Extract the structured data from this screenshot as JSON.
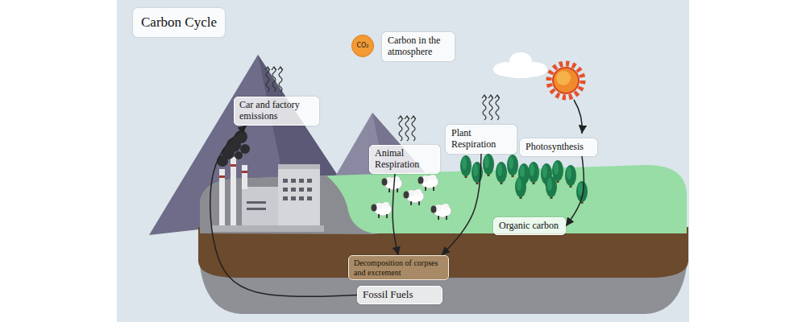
{
  "diagram": {
    "title": "Carbon Cycle",
    "nodes": [
      {
        "text": [
          "CO₂"
        ]
      },
      {
        "text": [
          "Carbon in the atmosphere"
        ]
      },
      {
        "text": [
          "Car and factory emissions"
        ]
      },
      {
        "text": [
          "Animal Respiration"
        ]
      },
      {
        "text": [
          "Plant Respiration"
        ]
      },
      {
        "text": [
          "Photosynthesis"
        ]
      },
      {
        "text": [
          "Organic carbon"
        ]
      },
      {
        "text": [
          "Decomposition of corpses and excrement"
        ]
      },
      {
        "text": [
          "Fossil Fuels"
        ]
      }
    ],
    "edges": [
      {
        "from": 3,
        "to": 7,
        "arrow": "to"
      },
      {
        "from": 4,
        "to": 7,
        "arrow": "to"
      },
      {
        "from": 5,
        "to": 6,
        "arrow": "to"
      },
      {
        "from": 8,
        "to": 2,
        "arrow": "to"
      }
    ]
  }
}
